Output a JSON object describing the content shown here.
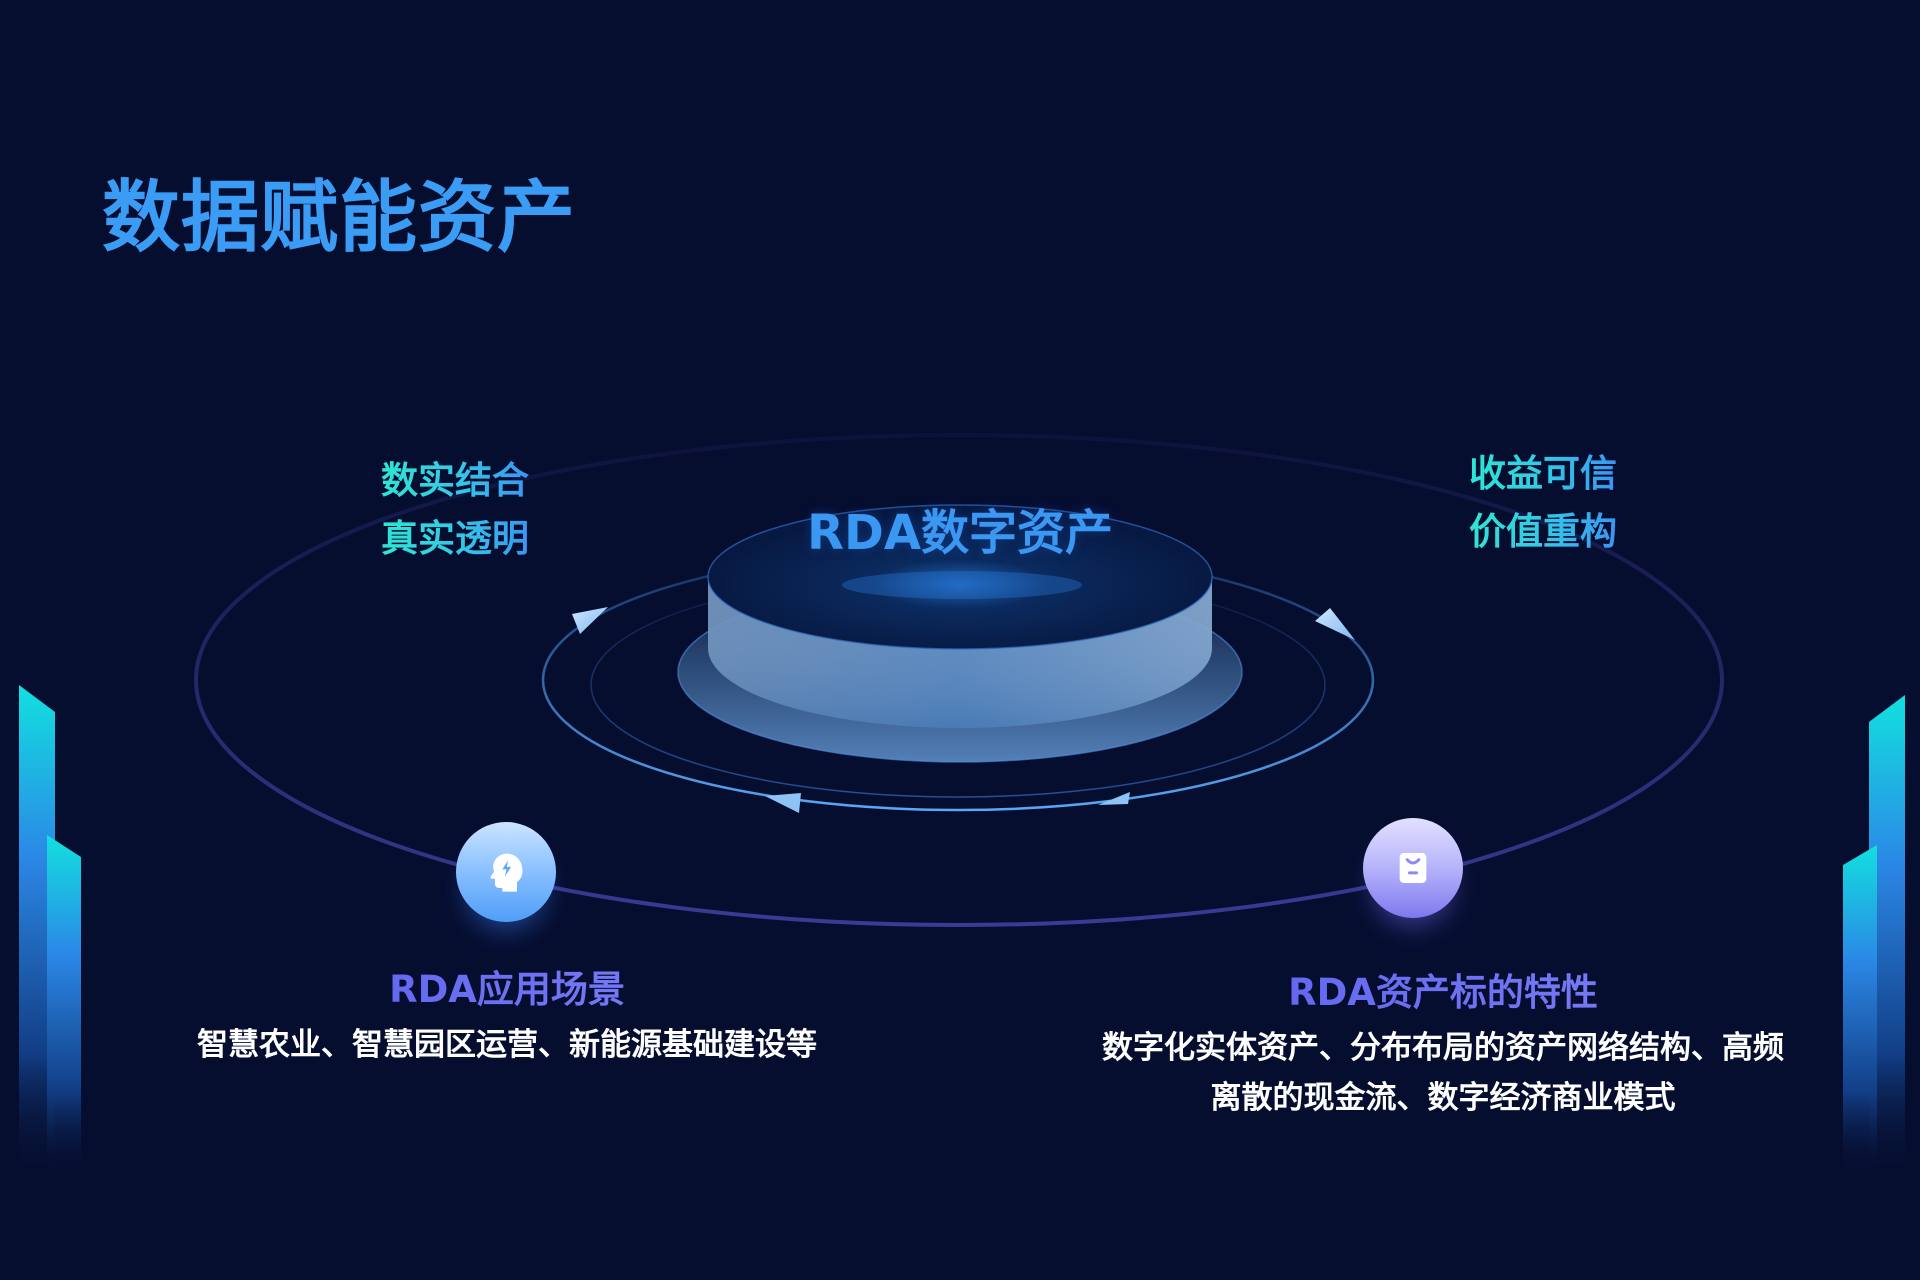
{
  "slide": {
    "title": "数据赋能资产",
    "background_color": "#060e30",
    "accent_color": "#3b9cf6"
  },
  "center": {
    "label": "RDA数字资产"
  },
  "top_left_label": {
    "lines": [
      "数实结合",
      "真实透明"
    ]
  },
  "top_right_label": {
    "lines": [
      "收益可信",
      "价值重构"
    ]
  },
  "nodes": [
    {
      "icon": "head-lightning-icon",
      "title": "RDA应用场景",
      "description_lines": [
        "智慧农业、智慧园区运营、新能源基础建设等"
      ]
    },
    {
      "icon": "tag-badge-icon",
      "title": "RDA资产标的特性",
      "description_lines": [
        "数字化实体资产、分布布局的资产网络结构、高频",
        "离散的现金流、数字经济商业模式"
      ]
    }
  ],
  "colors": {
    "gradient_cyan": "#2ee6d3",
    "gradient_blue": "#3a95f3",
    "node_title_purple": "#6a6ef2",
    "node_blue": "#6fb2fb",
    "node_purple": "#a29ff8",
    "outer_ring": "#2e2f7a",
    "inner_ring": "#3f8ee8"
  }
}
